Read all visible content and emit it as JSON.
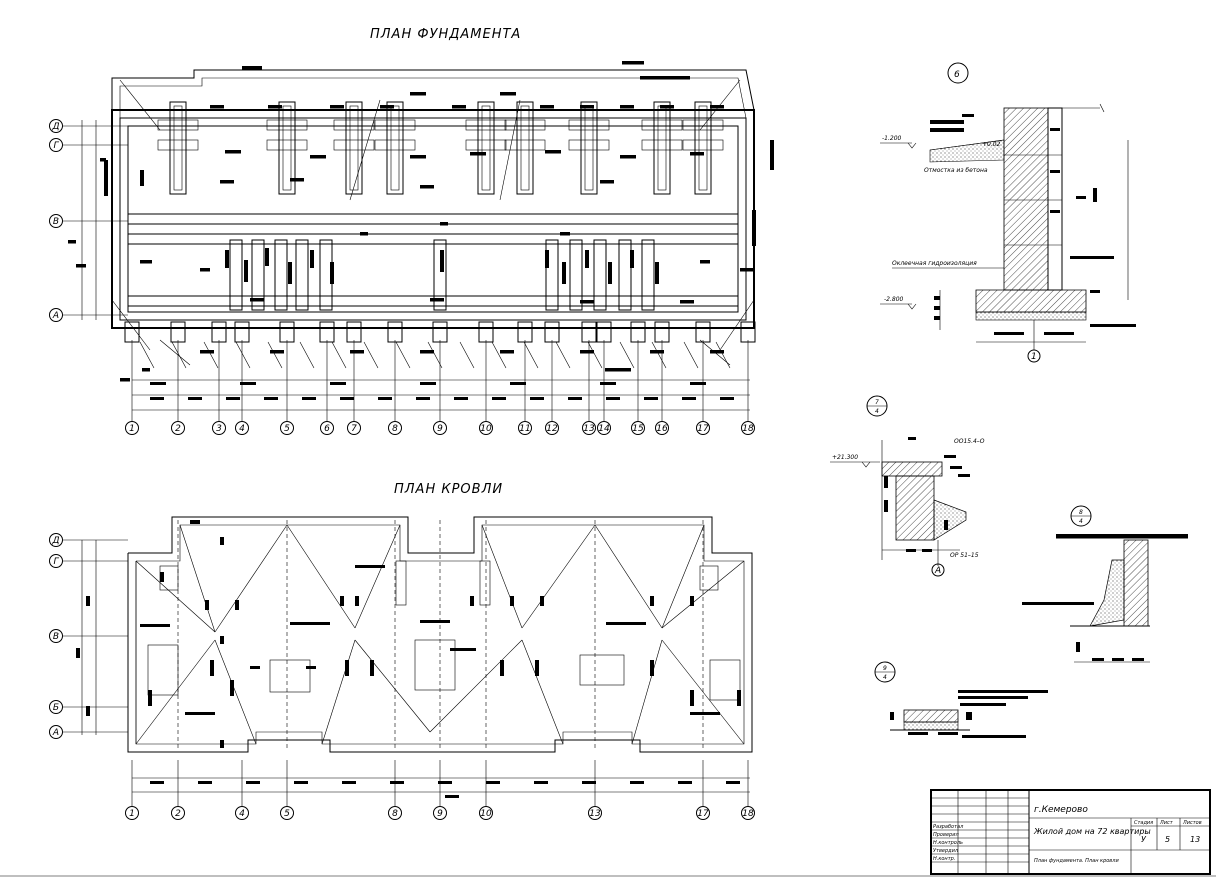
{
  "foundation_plan": {
    "title": "ПЛАН ФУНДАМЕНТА",
    "row_axes": [
      "Д",
      "Г",
      "В",
      "А"
    ],
    "col_axes": [
      "1",
      "2",
      "3",
      "4",
      "5",
      "6",
      "7",
      "8",
      "9",
      "10",
      "11",
      "12",
      "13",
      "14",
      "15",
      "16",
      "17",
      "18"
    ]
  },
  "roof_plan": {
    "title": "ПЛАН КРОВЛИ",
    "row_axes": [
      "Д",
      "Г",
      "В",
      "Б",
      "А"
    ],
    "col_axes": [
      "1",
      "2",
      "4",
      "5",
      "8",
      "9",
      "10",
      "13",
      "17",
      "18"
    ]
  },
  "details": {
    "section_6": {
      "mark": "6",
      "axis": "1",
      "level_top": "-1.200",
      "level_bottom": "-2.800",
      "level_right": "+0.02",
      "note_left": "Отмостка из бетона",
      "note_insulation": "Оклеечная гидроизоляция"
    },
    "node_7": {
      "num": "7",
      "den": "4",
      "level": "+21.300",
      "label_top": "ОО15.4–О",
      "label_bottom": "ОР 51–15",
      "axis": "А"
    },
    "node_8": {
      "num": "8",
      "den": "4"
    },
    "node_9": {
      "num": "9",
      "den": "4"
    }
  },
  "title_block": {
    "city": "г.Кемерово",
    "project": "Жилой дом на 72 квартиры",
    "sheet_name": "План фундамента. План кровли",
    "stage_header": "Стадия",
    "sheet_header": "Лист",
    "sheets_header": "Листов",
    "stage": "У",
    "sheet": "5",
    "sheets": "13",
    "roles": [
      "Разработал",
      "Проверил",
      "Н.контроль",
      "Утвердил",
      "Н.контр."
    ]
  }
}
